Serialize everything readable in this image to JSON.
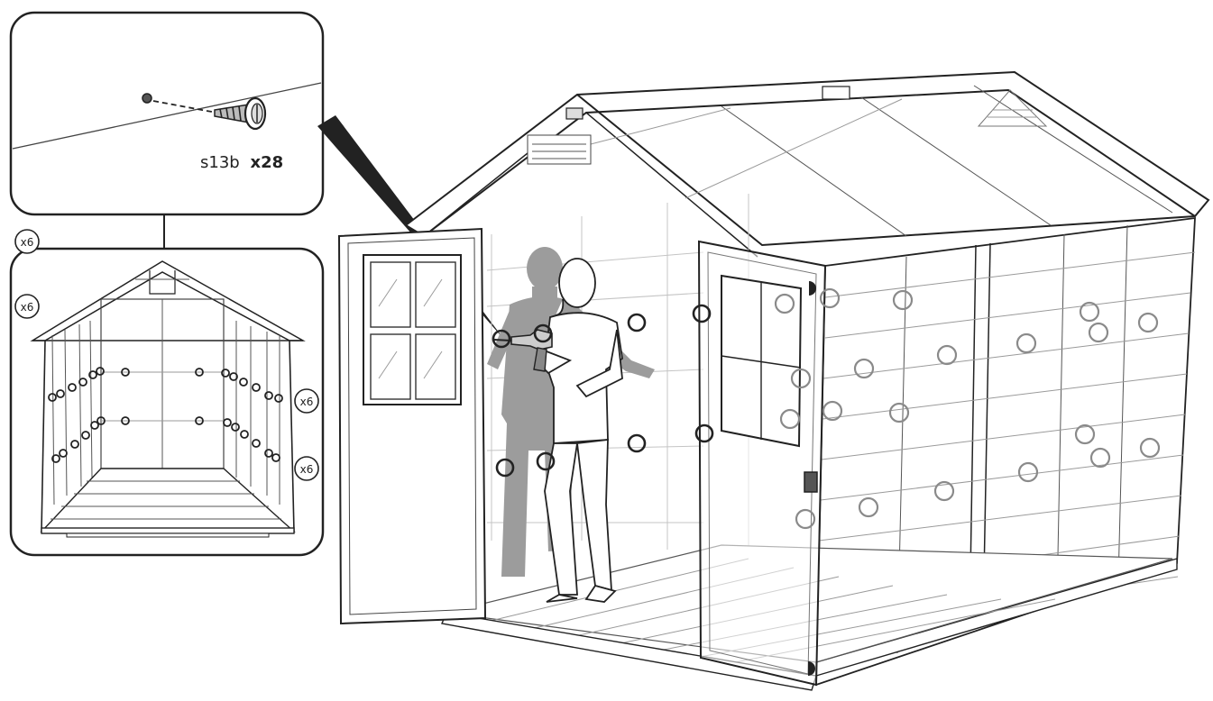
{
  "detail_callout": {
    "part_code": "s13b",
    "quantity": "x28"
  },
  "overview_panel": {
    "count_badges": [
      "x6",
      "x6",
      "x6",
      "x6"
    ]
  },
  "colors": {
    "ink": "#222222",
    "silhouette": "#9c9c9c",
    "hole_marker": "#222222",
    "hole_marker_faded": "#8a8a8a"
  }
}
